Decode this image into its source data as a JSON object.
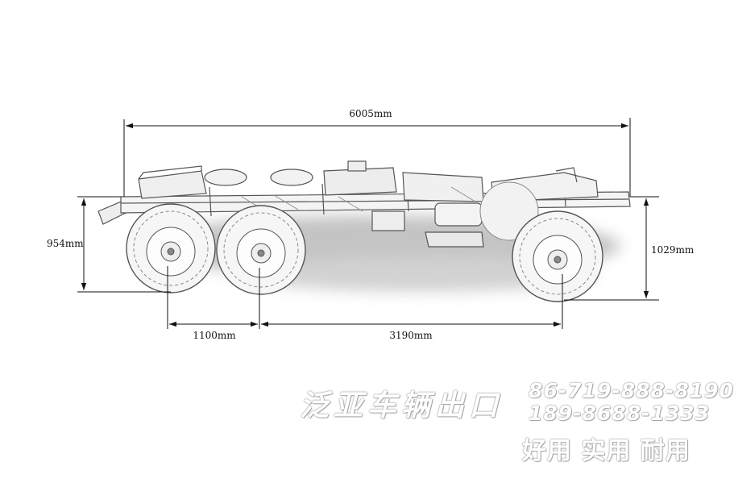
{
  "dimensions": {
    "overall_length": "6005mm",
    "rear_height": "954mm",
    "front_height": "1029mm",
    "rear_axle_spacing": "1100mm",
    "wheelbase": "3190mm"
  },
  "watermark": {
    "company": "泛亚车辆出口",
    "phone_1": "86-719-888-8190",
    "phone_2": "189-8688-1333",
    "slogan": "好用 实用 耐用"
  },
  "colors": {
    "line": "#111111",
    "sketch": "#555555",
    "shadow": "#c8c8c8"
  }
}
